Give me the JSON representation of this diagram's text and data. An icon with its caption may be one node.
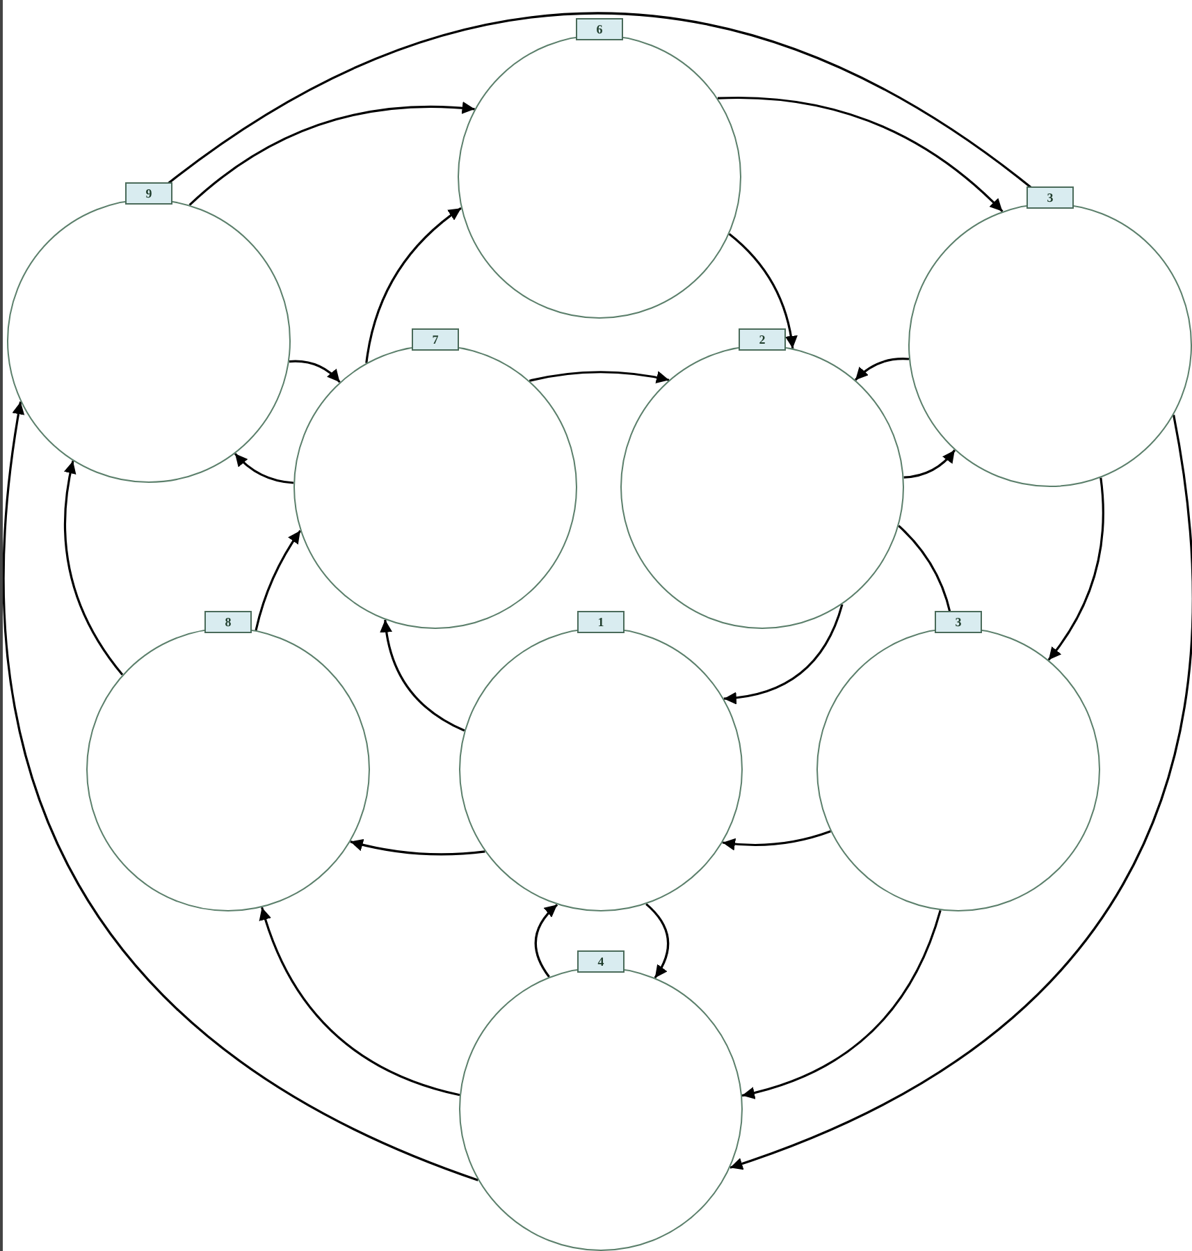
{
  "diagram": {
    "nodes": [
      {
        "text": [
          "6"
        ]
      },
      {
        "text": [
          "9"
        ]
      },
      {
        "text": [
          "3"
        ]
      },
      {
        "text": [
          "7"
        ]
      },
      {
        "text": [
          "2"
        ]
      },
      {
        "text": [
          "8"
        ]
      },
      {
        "text": [
          "1"
        ]
      },
      {
        "text": [
          "3"
        ]
      },
      {
        "text": [
          "4"
        ]
      }
    ],
    "edges": [
      {
        "from": 1,
        "to": 0,
        "arrow": "to"
      },
      {
        "from": 1,
        "to": 2,
        "arrow": "to"
      },
      {
        "from": 0,
        "to": 2,
        "arrow": "to"
      },
      {
        "from": 0,
        "to": 4,
        "arrow": "to"
      },
      {
        "from": 3,
        "to": 0,
        "arrow": "to"
      },
      {
        "from": 1,
        "to": 3,
        "arrow": "to"
      },
      {
        "from": 3,
        "to": 1,
        "arrow": "to"
      },
      {
        "from": 3,
        "to": 4,
        "arrow": "to"
      },
      {
        "from": 2,
        "to": 4,
        "arrow": "to"
      },
      {
        "from": 4,
        "to": 2,
        "arrow": "to"
      },
      {
        "from": 4,
        "to": 7,
        "arrow": "to"
      },
      {
        "from": 2,
        "to": 7,
        "arrow": "to"
      },
      {
        "from": 4,
        "to": 6,
        "arrow": "to"
      },
      {
        "from": 6,
        "to": 3,
        "arrow": "to"
      },
      {
        "from": 5,
        "to": 3,
        "arrow": "to"
      },
      {
        "from": 5,
        "to": 1,
        "arrow": "to"
      },
      {
        "from": 6,
        "to": 5,
        "arrow": "to"
      },
      {
        "from": 7,
        "to": 6,
        "arrow": "to"
      },
      {
        "from": 6,
        "to": 8,
        "arrow": "to"
      },
      {
        "from": 8,
        "to": 6,
        "arrow": "to"
      },
      {
        "from": 8,
        "to": 5,
        "arrow": "to"
      },
      {
        "from": 7,
        "to": 8,
        "arrow": "to"
      },
      {
        "from": 2,
        "to": 8,
        "arrow": "to"
      },
      {
        "from": 8,
        "to": 1,
        "arrow": "to"
      }
    ]
  }
}
